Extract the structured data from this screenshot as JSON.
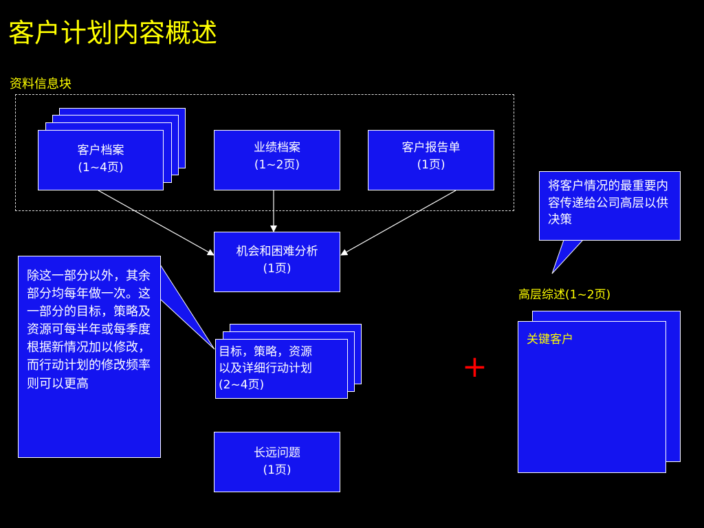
{
  "slide": {
    "title": "客户计划内容概述",
    "section_label": "资料信息块"
  },
  "boxes": {
    "customer_file": {
      "line1": "客户档案",
      "line2": "(1~4页)"
    },
    "performance_file": {
      "line1": "业绩档案",
      "line2": "(1~2页)"
    },
    "customer_report": {
      "line1": "客户报告单",
      "line2": "(1页)"
    },
    "opportunity_analysis": {
      "line1": "机会和困难分析",
      "line2": "(1页)"
    },
    "goals_strategy": {
      "line1": "目标，策略，资源",
      "line2": "以及详细行动计划",
      "line3": "(2~4页)"
    },
    "long_term_issues": {
      "line1": "长远问题",
      "line2": "(1页)"
    },
    "key_customers": {
      "label": "关键客户"
    }
  },
  "callouts": {
    "left_note": "除这一部分以外，其余部分均每年做一次。这一部分的目标，策略及资源可每半年或每季度根据新情况加以修改，而行动计划的修改频率则可以更高",
    "right_note": "将客户情况的最重要内容传递给公司高层以供决策"
  },
  "executive_summary": {
    "label": "高层综述(1~2页)"
  },
  "plus_symbol": "+",
  "colors": {
    "background": "#000000",
    "box_fill": "#1414f0",
    "title": "#ffff00",
    "plus": "#ff0000"
  }
}
